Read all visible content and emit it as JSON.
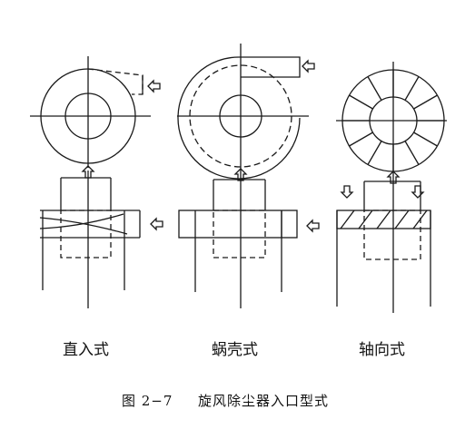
{
  "figure": {
    "panels": [
      {
        "id": "tangential",
        "label": "直入式"
      },
      {
        "id": "volute",
        "label": "蜗壳式"
      },
      {
        "id": "axial",
        "label": "轴向式"
      }
    ],
    "caption": {
      "number": "图 2−7",
      "text": "旋风除尘器入口型式"
    }
  },
  "colors": {
    "ink": "#1a1a1a",
    "paper": "#ffffff"
  }
}
